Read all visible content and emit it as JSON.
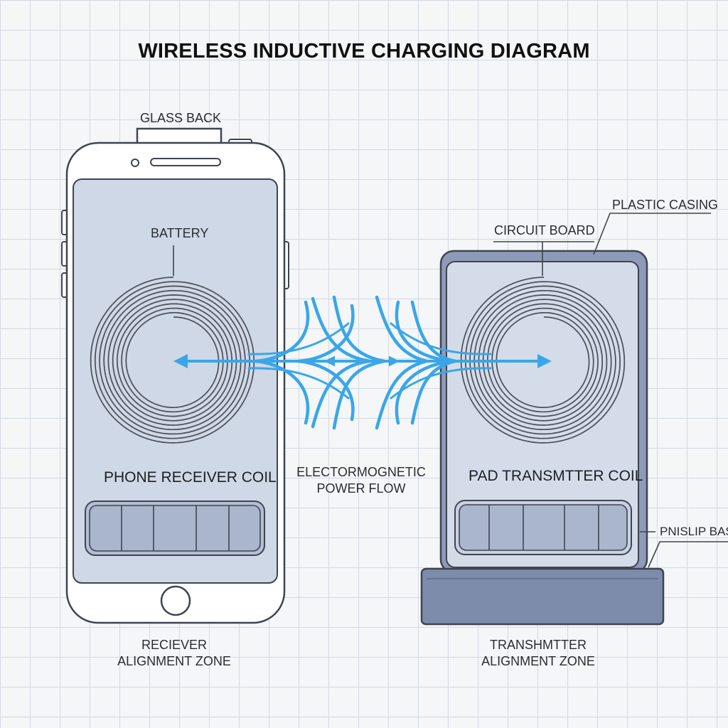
{
  "title": "WIRELESS INDUCTIVE CHARGING DIAGRAM",
  "labels": {
    "glass_back": "GLASS BACK",
    "battery": "BATTERY",
    "phone_receiver_coil": "PHONE RECEIVER COIL",
    "em_flow_line1": "ELECTORMOGNETIC",
    "em_flow_line2": "POWER FLOW",
    "receiver_zone_line1": "RECIEVER",
    "receiver_zone_line2": "ALIGNMENT ZONE",
    "plastic_casing": "PLASTIC CASING",
    "circuit_board": "CIRCUIT BOARD",
    "pad_transmitter_coil": "PAD TRANSMTTER COIL",
    "nonslip_base": "PNISLIP BASE",
    "transmitter_zone_line1": "TRANSHMTTER",
    "transmitter_zone_line2": "ALIGNMENT ZONE"
  },
  "colors": {
    "outline": "#3f4550",
    "screen_fill": "#cfd8e6",
    "phone_body": "#ffffff",
    "pad_frame": "#8d9bb8",
    "pad_base": "#7d8cab",
    "slot_fill": "#a9b6cc",
    "em_flow": "#3aa6e8",
    "coil": "#4a4f58"
  }
}
